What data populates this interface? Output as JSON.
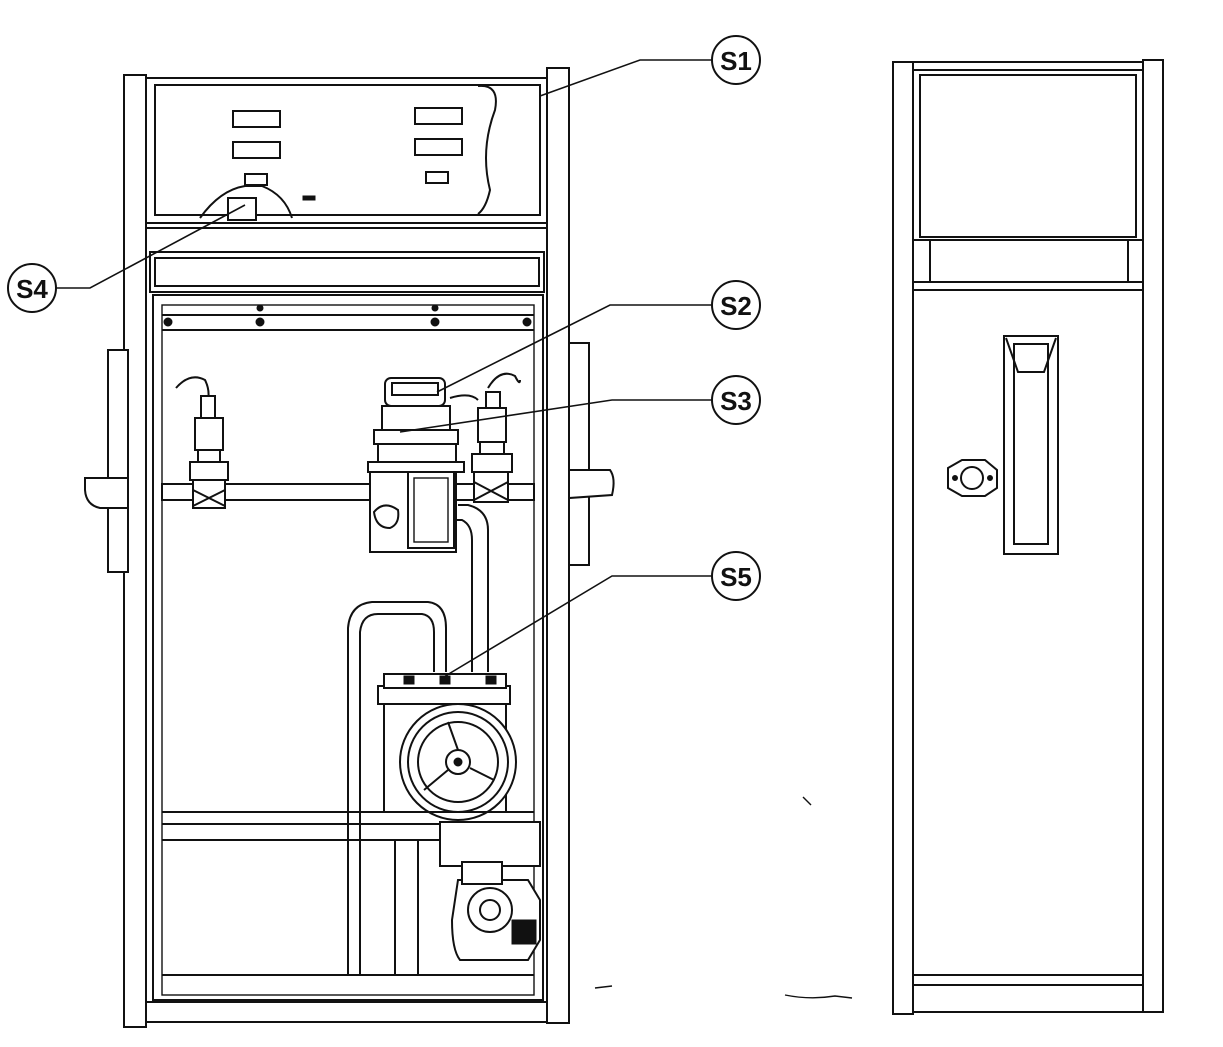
{
  "callouts": {
    "s1": "S1",
    "s2": "S2",
    "s3": "S3",
    "s4": "S4",
    "s5": "S5"
  }
}
